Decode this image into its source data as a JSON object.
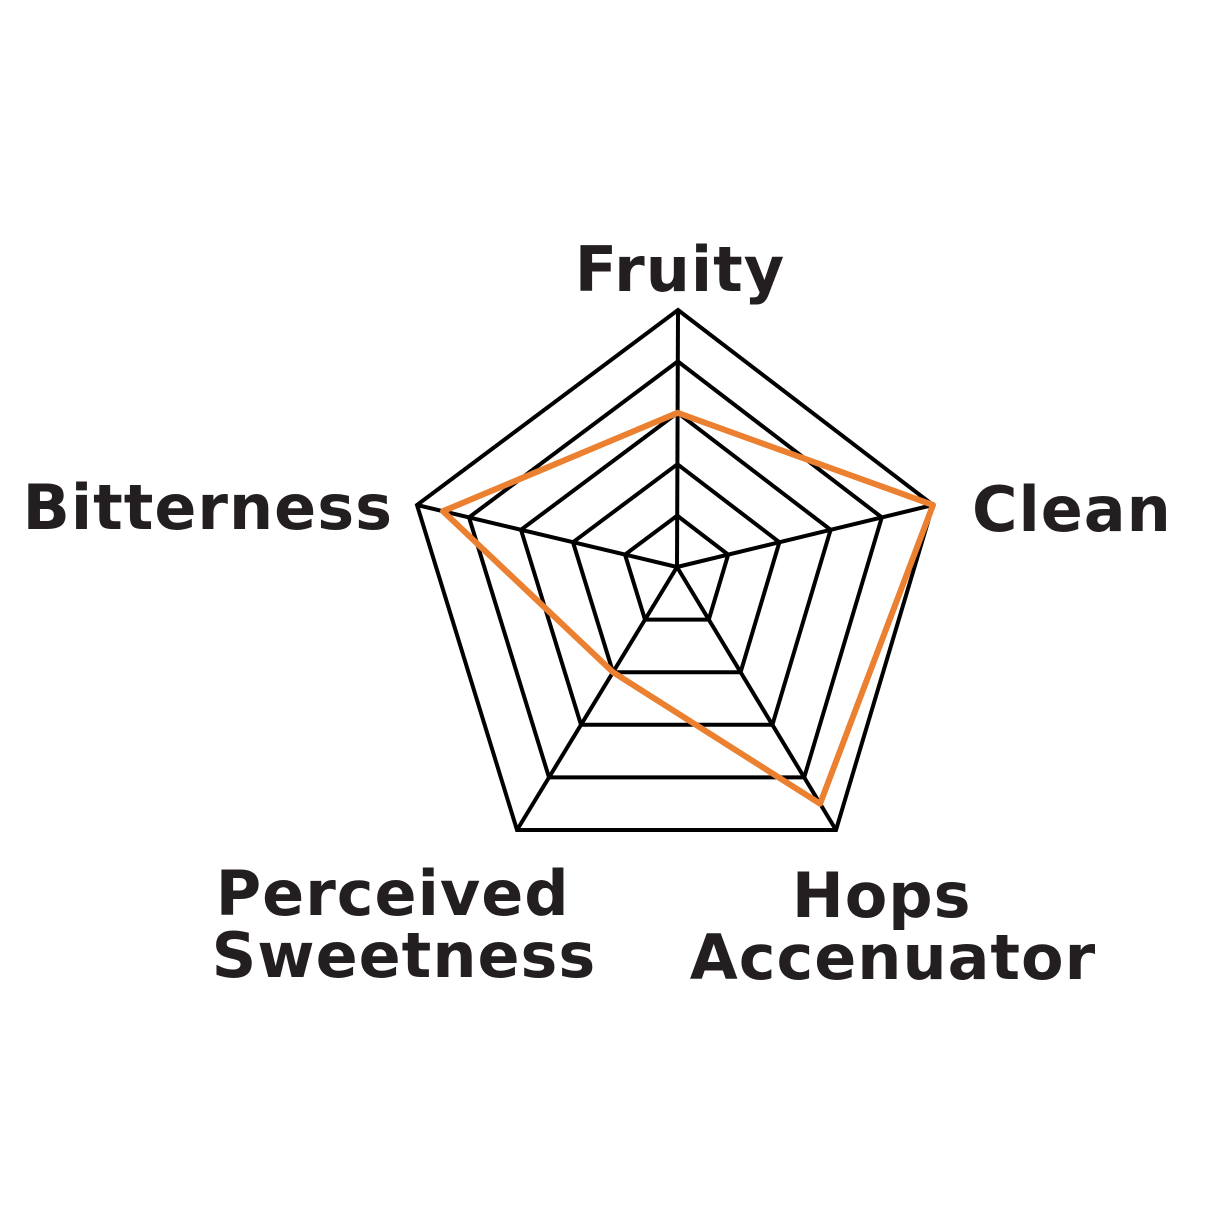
{
  "chart_data": {
    "type": "radar",
    "axes": [
      "Fruity",
      "Clean",
      "Hops Accenuator",
      "Perceived Sweetness",
      "Bitterness"
    ],
    "axis_labels": [
      {
        "lines": [
          "Fruity"
        ]
      },
      {
        "lines": [
          "Clean"
        ]
      },
      {
        "lines": [
          "Hops",
          "Accenuator"
        ]
      },
      {
        "lines": [
          "Perceived",
          "Sweetness"
        ]
      },
      {
        "lines": [
          "Bitterness"
        ]
      }
    ],
    "rlim": [
      0,
      5
    ],
    "levels": 5,
    "series": [
      {
        "values": [
          3,
          5,
          4.5,
          2,
          4.5
        ]
      }
    ],
    "colors": {
      "series": "#ea8030",
      "grid": "#000000",
      "text": "#231f20"
    }
  }
}
